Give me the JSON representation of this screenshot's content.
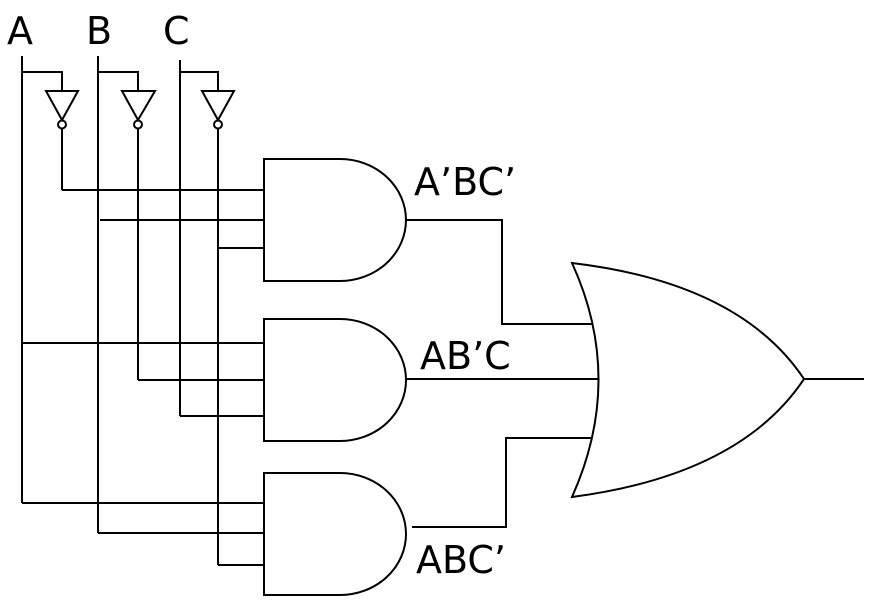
{
  "inputs": {
    "a": "A",
    "b": "B",
    "c": "C"
  },
  "terms": {
    "term1": "A’BC’",
    "term2": "AB’C",
    "term3": "ABC’"
  },
  "gates": {
    "and_count": 3,
    "or_count": 1,
    "not_count": 3
  },
  "colors": {
    "line": "#000000",
    "background": "#ffffff"
  }
}
